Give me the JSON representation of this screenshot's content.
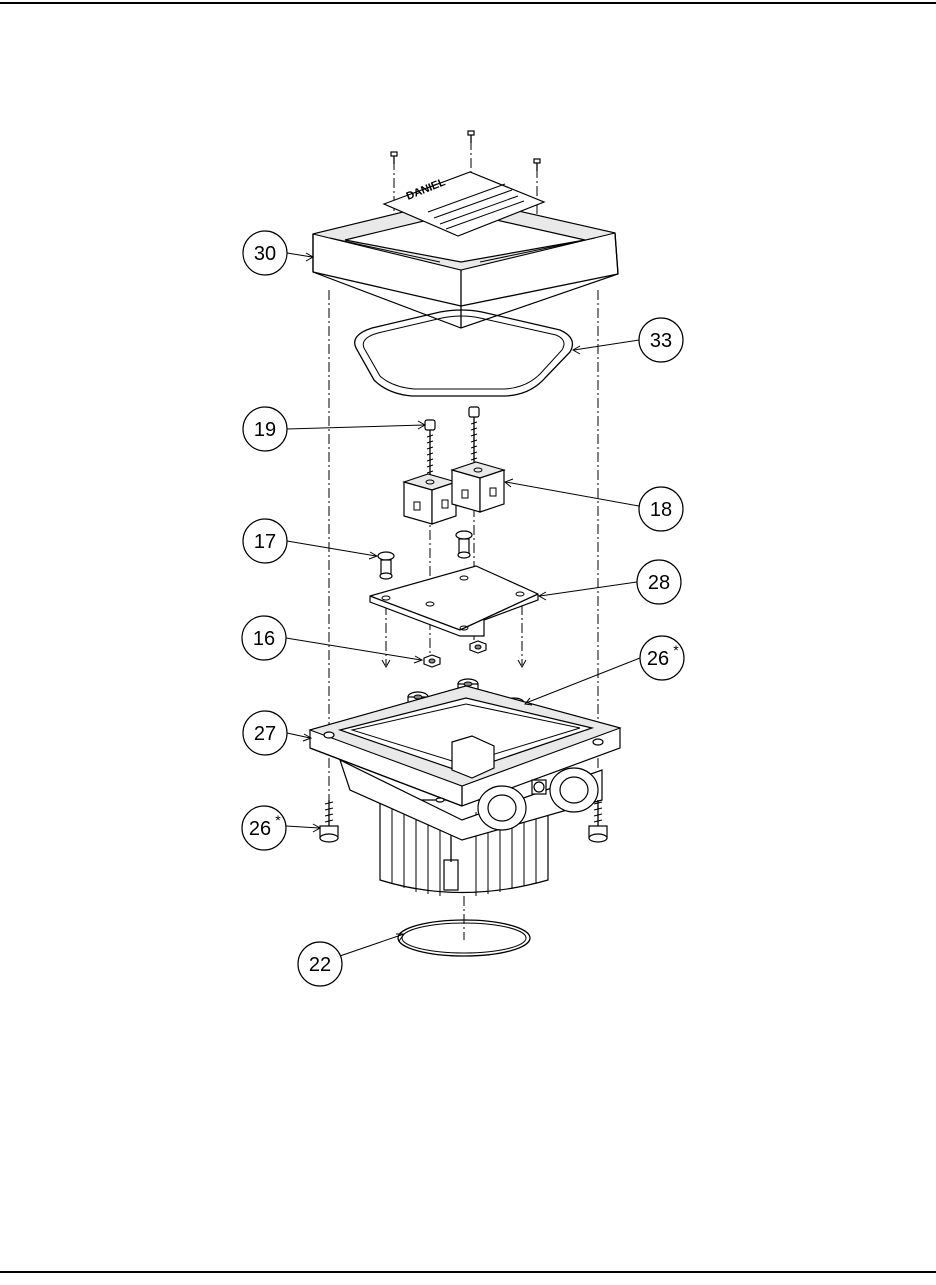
{
  "callouts": [
    {
      "id": "c30",
      "label": "30",
      "star": ""
    },
    {
      "id": "c33",
      "label": "33",
      "star": ""
    },
    {
      "id": "c19",
      "label": "19",
      "star": ""
    },
    {
      "id": "c18",
      "label": "18",
      "star": ""
    },
    {
      "id": "c17",
      "label": "17",
      "star": ""
    },
    {
      "id": "c28",
      "label": "28",
      "star": ""
    },
    {
      "id": "c16",
      "label": "16",
      "star": ""
    },
    {
      "id": "c26a",
      "label": "26",
      "star": "*"
    },
    {
      "id": "c27",
      "label": "27",
      "star": ""
    },
    {
      "id": "c26b",
      "label": "26",
      "star": "*"
    },
    {
      "id": "c22",
      "label": "22",
      "star": ""
    }
  ],
  "nameplate_text": "DANIEL",
  "colors": {
    "line": "#000000",
    "background": "#ffffff",
    "shade": "#e9e9e9"
  }
}
